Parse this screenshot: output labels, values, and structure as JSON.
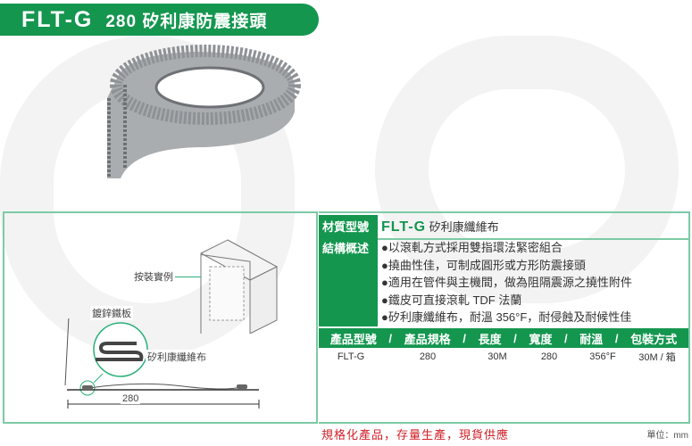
{
  "header": {
    "code": "FLT-G",
    "name": "280 矽利康防震接頭"
  },
  "diagram": {
    "install_label": "按裝實例",
    "sheet_label": "鍍鋅鐵板",
    "fabric_label": "矽利康纖維布",
    "dimension": "280"
  },
  "spec": {
    "material_label": "材質型號",
    "material_code": "FLT-G",
    "material_name": "矽利康纖維布",
    "structure_label": "結構概述",
    "bullets": [
      "●以滾軋方式採用雙指環法緊密組合",
      "●撓曲性佳，可制成圓形或方形防震接頭",
      "●適用在管件與主機間，做為阻隔震源之撓性附件",
      "●鐵皮可直接滾軋 TDF 法蘭",
      "●矽利康纖維布，耐溫 356°F，耐侵蝕及耐候性佳"
    ]
  },
  "table": {
    "headers": [
      "產品型號",
      "產品規格",
      "長度",
      "寬度",
      "耐溫",
      "包裝方式"
    ],
    "separator": "/",
    "row": [
      "FLT-G",
      "280",
      "30M",
      "280",
      "356°F",
      "30M / 箱"
    ]
  },
  "footer": {
    "note": "規格化產品，存量生產，現貨供應",
    "unit": "單位：mm"
  },
  "colors": {
    "brand": "#14964f",
    "border": "#7dcaa6",
    "note": "#d0212a"
  }
}
